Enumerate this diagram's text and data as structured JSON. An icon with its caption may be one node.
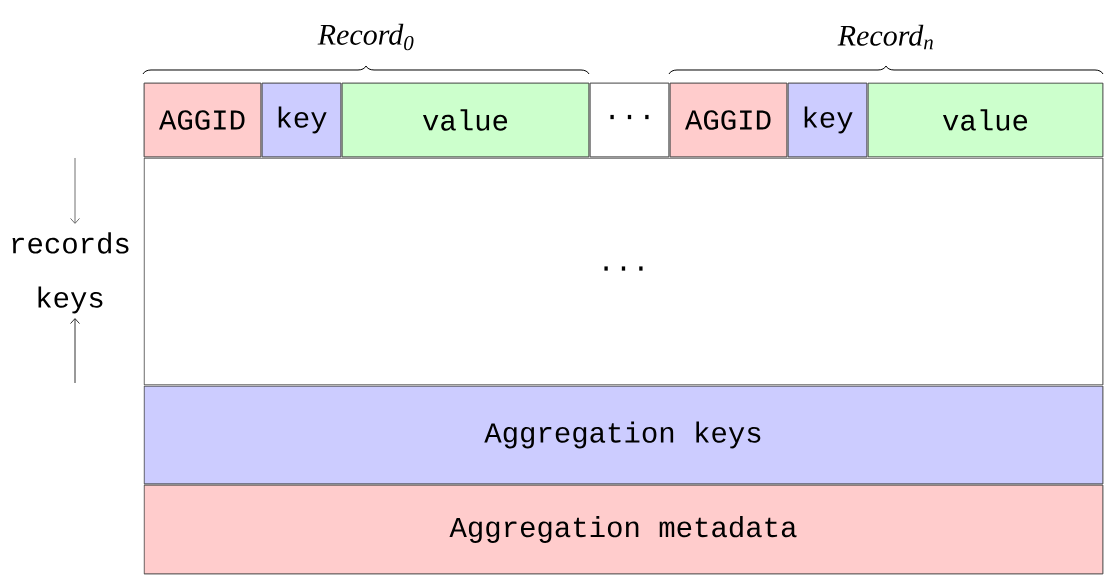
{
  "diagram": {
    "nodes": [
      {
        "text": [
          "AGGID"
        ]
      },
      {
        "text": [
          "key"
        ]
      },
      {
        "text": [
          "value"
        ]
      },
      {
        "text": [
          "···"
        ]
      },
      {
        "text": [
          "AGGID"
        ]
      },
      {
        "text": [
          "key"
        ]
      },
      {
        "text": [
          "value"
        ]
      },
      {
        "text": [
          "···"
        ]
      },
      {
        "text": [
          "Aggregation keys"
        ]
      },
      {
        "text": [
          "Aggregation metadata"
        ]
      }
    ],
    "labels": [
      "Record$_{0}$",
      "Record$_{n}$",
      "records",
      "keys"
    ]
  }
}
